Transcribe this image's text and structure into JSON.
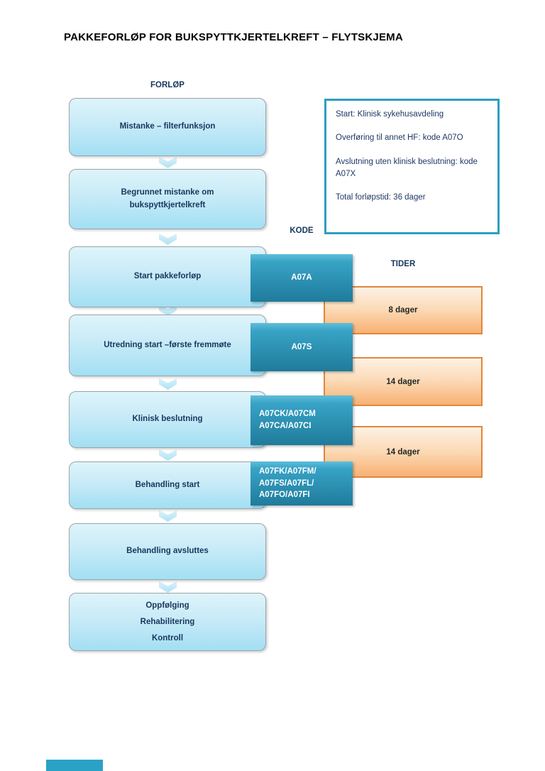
{
  "title": "PAKKEFORLØP FOR BUKSPYTTKJERTELKREFT – FLYTSKJEMA",
  "column_labels": {
    "process": "FORLØP",
    "code": "KODE",
    "times": "TIDER"
  },
  "info_box": {
    "lines": [
      "Start: Klinisk sykehusavdeling",
      "Overføring til annet HF: kode A07O",
      "Avslutning uten klinisk beslutning: kode A07X",
      "Total forløpstid: 36 dager"
    ]
  },
  "flow_steps": [
    {
      "label": "Mistanke – filterfunksjon"
    },
    {
      "label": "Begrunnet mistanke om\nbukspyttkjertelkreft"
    },
    {
      "label": "Start pakkeforløp",
      "code": "A07A"
    },
    {
      "label": "Utredning start –første fremmøte",
      "code": "A07S"
    },
    {
      "label": "Klinisk beslutning",
      "code": "A07CK/A07CM\nA07CA/A07CI"
    },
    {
      "label": "Behandling start",
      "code": "A07FK/A07FM/\nA07FS/A07FL/\nA07FO/A07FI"
    },
    {
      "label": "Behandling avsluttes"
    },
    {
      "label": "Oppfølging\nRehabilitering\nKontroll"
    }
  ],
  "durations": [
    "8 dager",
    "14 dager",
    "14 dager"
  ],
  "colors": {
    "teal_accent": "#2E9EC0",
    "flow_box_fill": "#C6EAF7",
    "code_box_fill": "#2E96B8",
    "duration_box_fill": "#F8B173",
    "duration_box_border": "#E0873B",
    "text_navy": "#17375D"
  }
}
